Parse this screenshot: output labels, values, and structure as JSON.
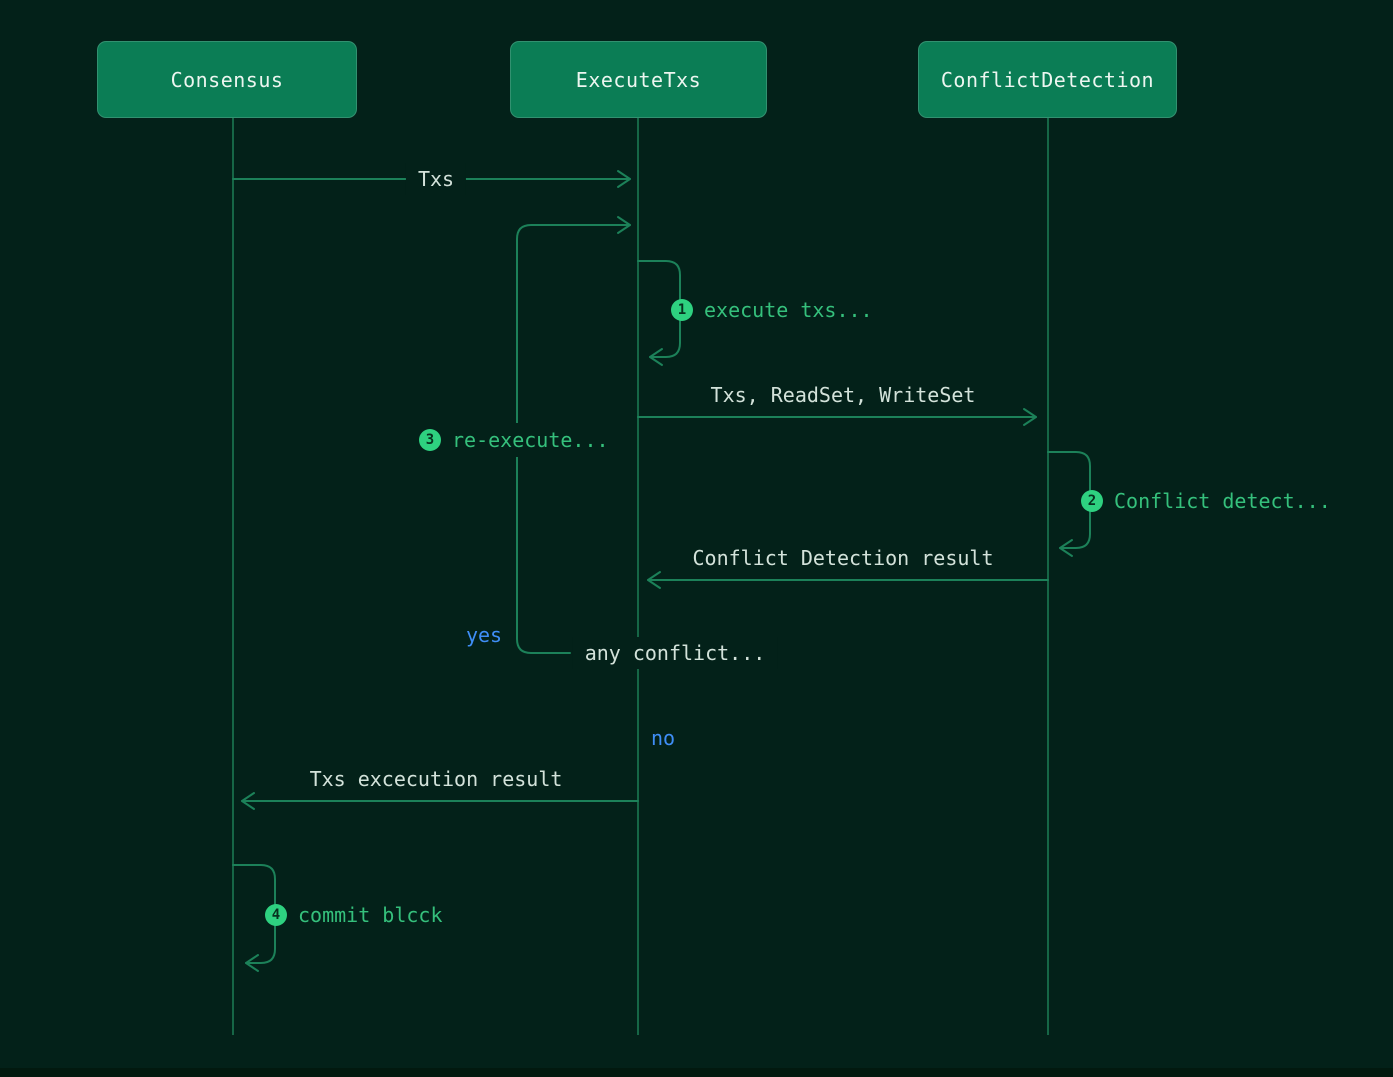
{
  "diagram": {
    "type": "sequence-diagram",
    "background_color": "#032119",
    "node_fill_color": "#0b7d55",
    "line_color": "#1c8159",
    "label_color": "#d3e2da",
    "call_text_color": "#35c07c",
    "badge_color": "#2ed180",
    "branch_label_color": "#3f8ef6",
    "participants": [
      {
        "label": "Consensus"
      },
      {
        "label": "ExecuteTxs"
      },
      {
        "label": "ConflictDetection"
      }
    ],
    "messages": {
      "txs": "Txs",
      "txs_readset_writeset": "Txs, ReadSet, WriteSet",
      "conflict_detection_result": "Conflict Detection result",
      "any_conflict": "any conflict...",
      "txs_execution_result": "Txs excecution result"
    },
    "self_calls": [
      {
        "badge": "1",
        "label": "execute txs..."
      },
      {
        "badge": "2",
        "label": "Conflict detect..."
      },
      {
        "badge": "3",
        "label": "re-execute..."
      },
      {
        "badge": "4",
        "label": "commit blcck"
      }
    ],
    "branches": {
      "yes": "yes",
      "no": "no"
    }
  }
}
